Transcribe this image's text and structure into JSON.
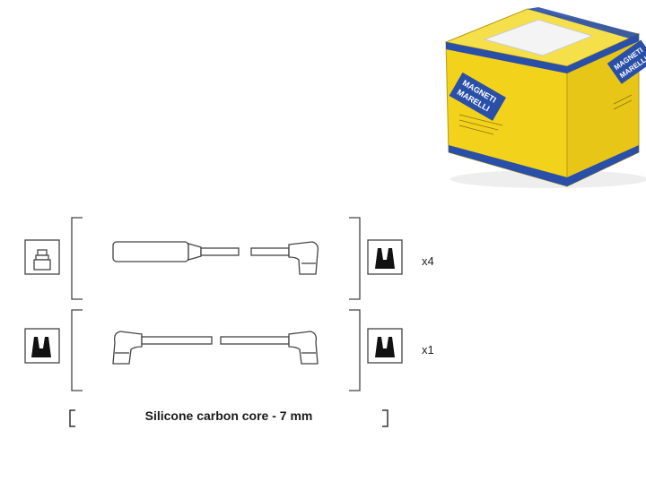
{
  "product": {
    "brand_lines": [
      "MAGNETI",
      "MARELLI"
    ],
    "box_colors": {
      "yellow": "#f3d21c",
      "blue": "#2a4fa8",
      "shade": "#d7b515"
    }
  },
  "diagram": {
    "rows": [
      {
        "quantity": "x4",
        "left_end": "boot-terminal",
        "right_end": "plug-terminal"
      },
      {
        "quantity": "x1",
        "left_end": "plug-terminal",
        "right_end": "plug-terminal"
      }
    ],
    "caption": "Silicone carbon core - 7 mm",
    "line_color": "#444444"
  }
}
